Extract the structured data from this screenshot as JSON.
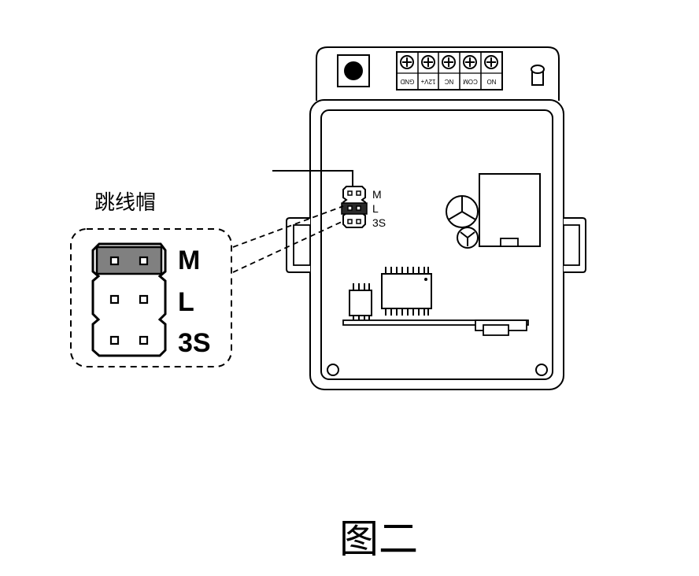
{
  "terminal_labels": [
    "GND",
    "12V+",
    "NC",
    "COM",
    "NO"
  ],
  "board_jumper_labels": [
    "M",
    "L",
    "3S"
  ],
  "jumper_callout": {
    "title": "跳线帽",
    "labels": [
      "M",
      "L",
      "3S"
    ],
    "selected": "M"
  },
  "figure_caption": "图二",
  "colors": {
    "jumper_cap": "#808080",
    "line": "#000000",
    "background": "#ffffff"
  }
}
